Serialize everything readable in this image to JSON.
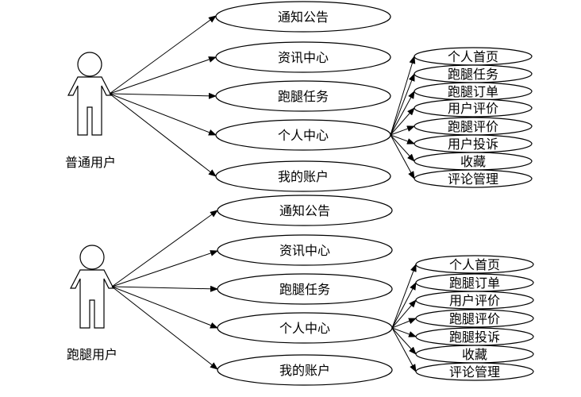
{
  "actors": [
    {
      "label": "普通用户",
      "use_cases": [
        "通知公告",
        "资讯中心",
        "跑腿任务",
        "个人中心",
        "我的账户"
      ],
      "sub_cases": [
        "个人首页",
        "跑腿任务",
        "跑腿订单",
        "用户评价",
        "跑腿评价",
        "用户投诉",
        "收藏",
        "评论管理"
      ]
    },
    {
      "label": "跑腿用户",
      "use_cases": [
        "通知公告",
        "资讯中心",
        "跑腿任务",
        "个人中心",
        "我的账户"
      ],
      "sub_cases": [
        "个人首页",
        "跑腿订单",
        "用户评价",
        "跑腿评价",
        "跑腿投诉",
        "收藏",
        "评论管理"
      ]
    }
  ]
}
